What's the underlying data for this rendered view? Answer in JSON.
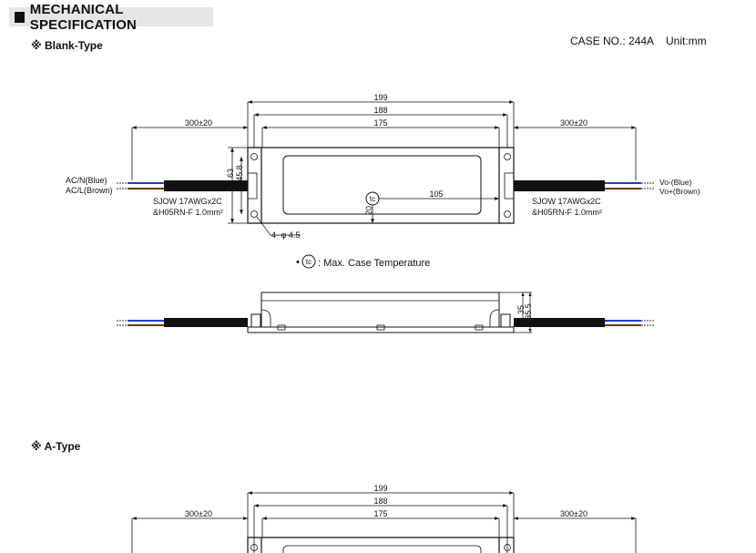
{
  "header": {
    "title": "MECHANICAL SPECIFICATION"
  },
  "case_no": "CASE NO.: 244A",
  "unit": "Unit:mm",
  "sections": {
    "blank": "Blank-Type",
    "a": "A-Type",
    "marker": "※"
  },
  "dims": {
    "d199": "199",
    "d188": "188",
    "d175": "175",
    "cable_len": "300±20",
    "d63": "63",
    "d45_8": "45.8",
    "d105": "105",
    "d20": "20",
    "holes": "4- φ 4.5",
    "d35": "35",
    "d35_5": "35.5"
  },
  "labels": {
    "ac_n": "AC/N(Blue)",
    "ac_l": "AC/L(Brown)",
    "vo_minus": "Vo-(Blue)",
    "vo_plus": "Vo+(Brown)",
    "cable_spec_1": "SJOW 17AWGx2C",
    "cable_spec_2": "&H05RN-F 1.0mm²",
    "tc_symbol": "tc",
    "tc_note": ": Max. Case Temperature",
    "bullet": "•"
  }
}
